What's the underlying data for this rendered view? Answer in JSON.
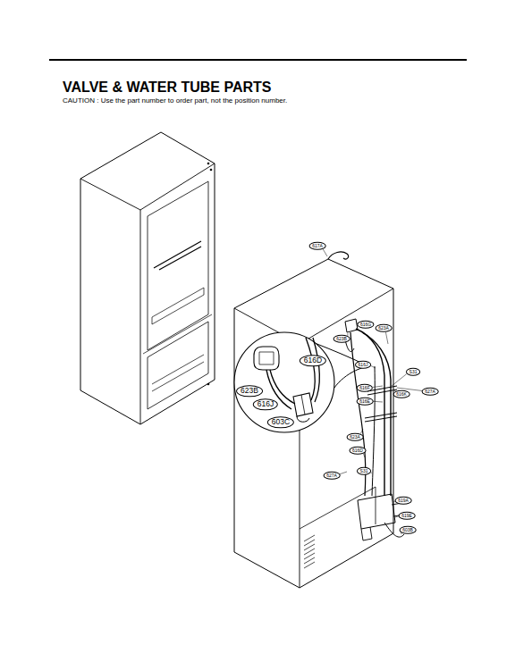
{
  "diagram": {
    "title": "VALVE & WATER TUBE PARTS",
    "labels": [
      "CAUTION : Use the part number to order part, not the position number.",
      "617A",
      "616G",
      "623A",
      "623B",
      "616J",
      "S31",
      "627A",
      "616K",
      "616F",
      "616E",
      "623A",
      "616D",
      "S31",
      "627A",
      "619A",
      "619E",
      "603B",
      "616D",
      "623B",
      "616J",
      "603C"
    ]
  }
}
